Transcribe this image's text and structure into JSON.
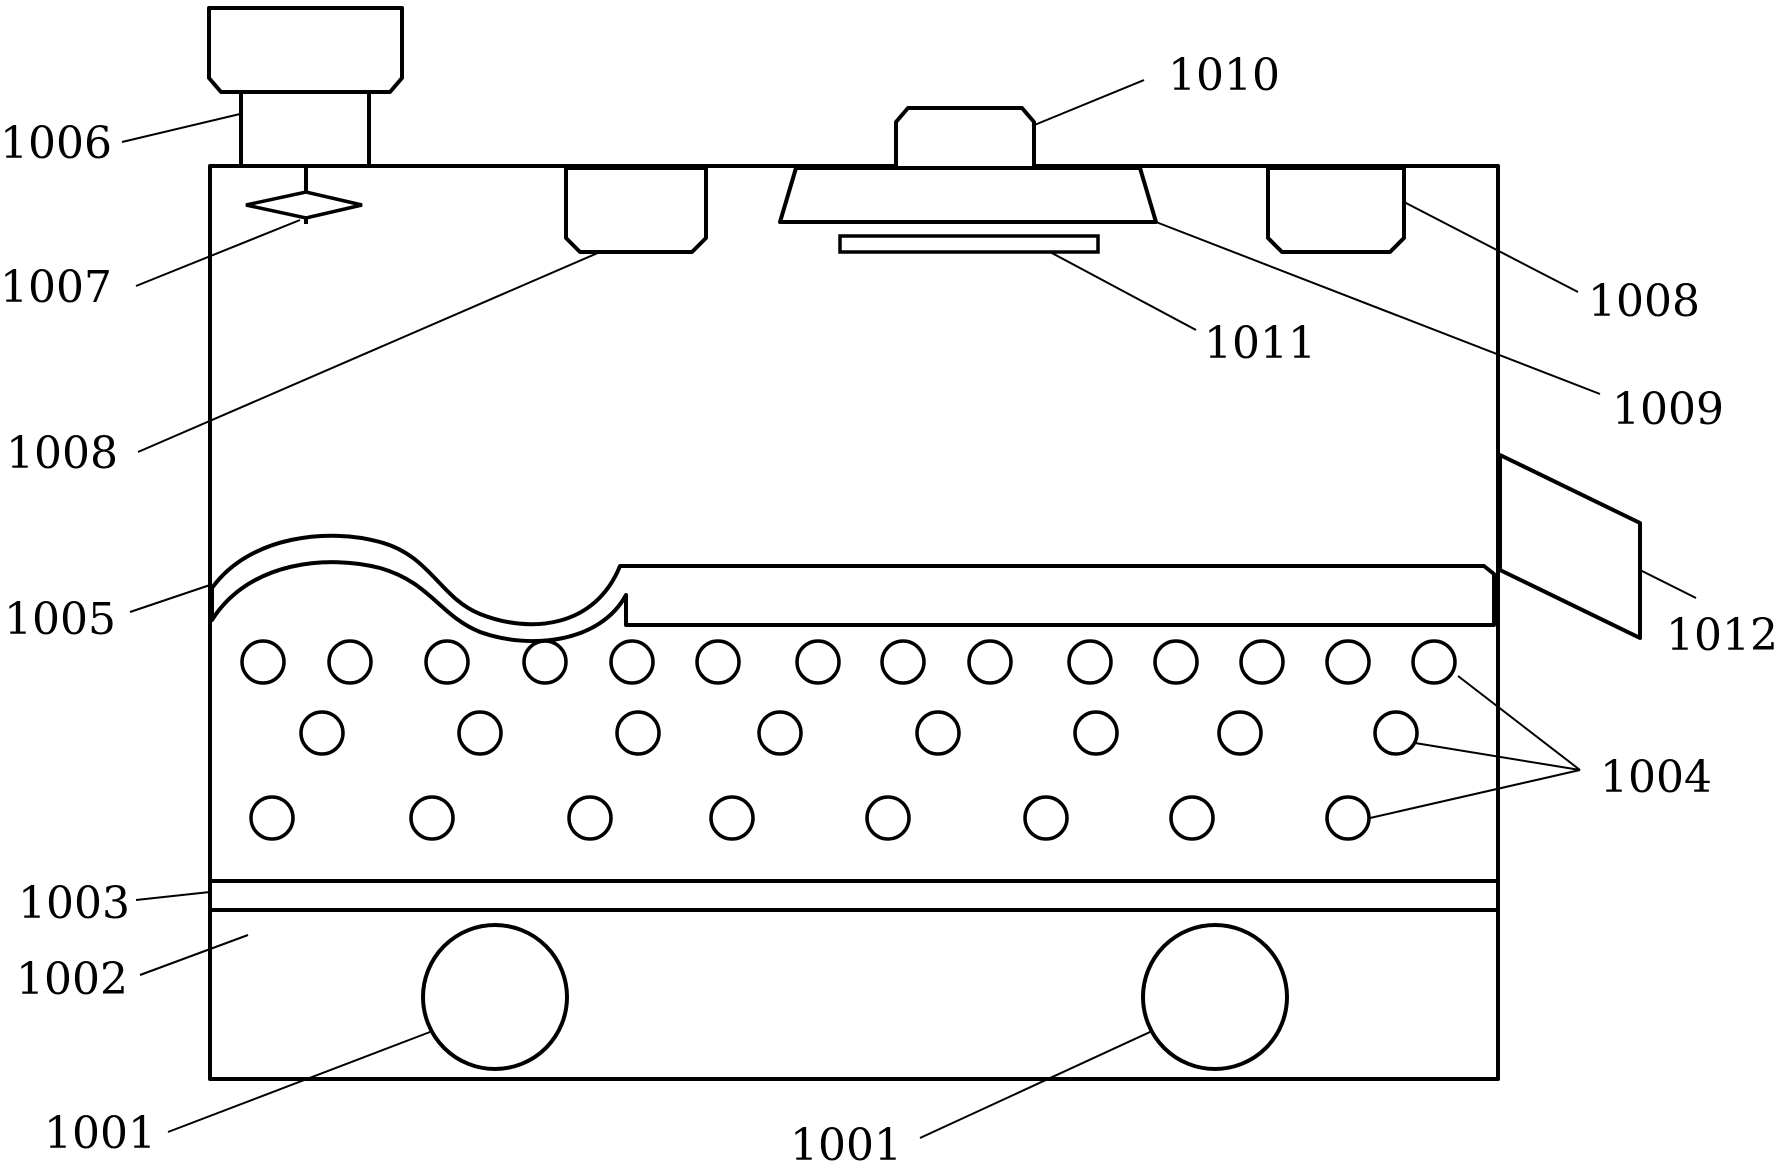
{
  "figure": {
    "labels": {
      "l1001a": "1001",
      "l1001b": "1001",
      "l1002": "1002",
      "l1003": "1003",
      "l1004": "1004",
      "l1005": "1005",
      "l1006": "1006",
      "l1007": "1007",
      "l1008a": "1008",
      "l1008b": "1008",
      "l1009": "1009",
      "l1010": "1010",
      "l1011": "1011",
      "l1012": "1012"
    }
  }
}
